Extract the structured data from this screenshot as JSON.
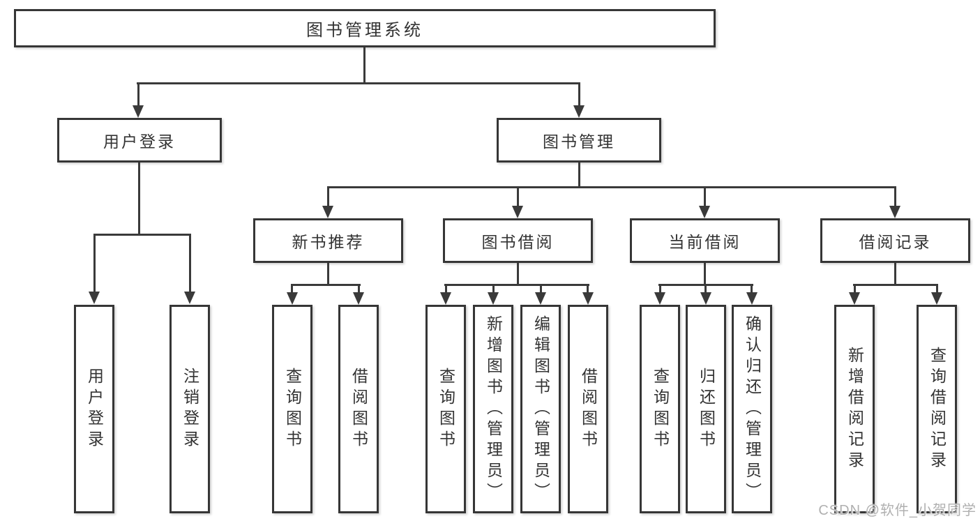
{
  "diagram": {
    "root": {
      "label": "图书管理系统"
    },
    "branches": [
      {
        "label": "用户登录",
        "children": [
          {
            "label": "用户登录"
          },
          {
            "label": "注销登录"
          }
        ]
      },
      {
        "label": "图书管理",
        "modules": [
          {
            "label": "新书推荐",
            "children": [
              {
                "label": "查询图书"
              },
              {
                "label": "借阅图书"
              }
            ]
          },
          {
            "label": "图书借阅",
            "children": [
              {
                "label": "查询图书"
              },
              {
                "label": "新增图书（管理员）"
              },
              {
                "label": "编辑图书（管理员）"
              },
              {
                "label": "借阅图书"
              }
            ]
          },
          {
            "label": "当前借阅",
            "children": [
              {
                "label": "查询图书"
              },
              {
                "label": "归还图书"
              },
              {
                "label": "确认归还（管理员）"
              }
            ]
          },
          {
            "label": "借阅记录",
            "children": [
              {
                "label": "新增借阅记录"
              },
              {
                "label": "查询借阅记录"
              }
            ]
          }
        ]
      }
    ]
  },
  "watermark": {
    "text": "CSDN @软件_小贺同学"
  },
  "style": {
    "line_color": "#3a3a3a",
    "text_color": "#333333",
    "watermark_color": "#b0b0b0",
    "background": "#ffffff"
  }
}
